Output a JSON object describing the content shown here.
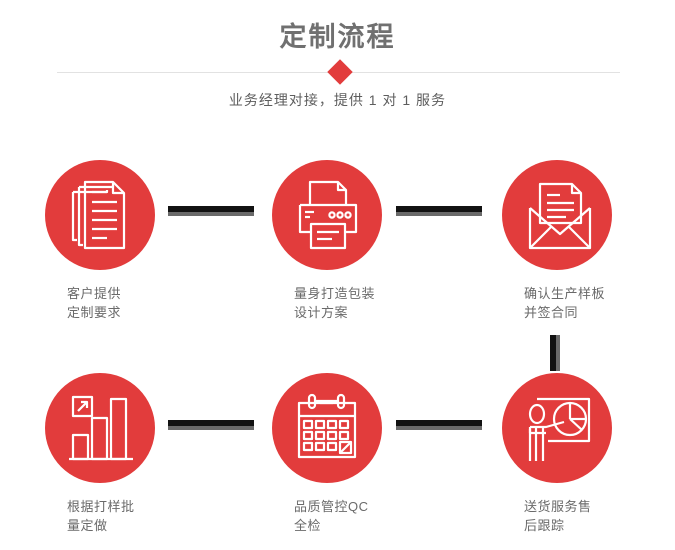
{
  "header": {
    "title": "定制流程",
    "subtitle": "业务经理对接，提供 1 对 1 服务",
    "diamond_icon": "diamond-marker",
    "accent_color": "#e23c3c",
    "title_color": "#707070",
    "divider_color": "#e2e2e2"
  },
  "steps": [
    {
      "id": "step-1",
      "icon": "documents-stack-icon",
      "label": "客户提供\n定制要求"
    },
    {
      "id": "step-2",
      "icon": "printer-icon",
      "label": "量身打造包装\n设计方案"
    },
    {
      "id": "step-3",
      "icon": "envelope-letter-icon",
      "label": "确认生产样板\n并签合同"
    },
    {
      "id": "step-4",
      "icon": "bar-chart-growth-icon",
      "label": "根据打样批\n量定做"
    },
    {
      "id": "step-5",
      "icon": "calendar-check-icon",
      "label": "品质管控QC\n全检"
    },
    {
      "id": "step-6",
      "icon": "presenter-board-icon",
      "label": "送货服务售\n后跟踪"
    }
  ],
  "connectors": {
    "horizontal": [
      "connector-1-2",
      "connector-2-3",
      "connector-4-5",
      "connector-5-6"
    ],
    "vertical": [
      "connector-3-6"
    ],
    "dark_color": "#121212",
    "gray_color": "#6a6a6a"
  }
}
